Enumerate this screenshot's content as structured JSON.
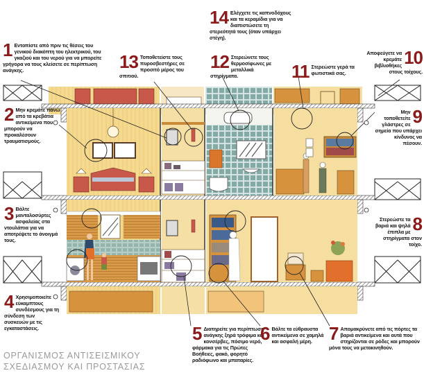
{
  "tips": [
    {
      "n": "1",
      "text": "Εντοπίστε από πριν τις θέσεις του γενικού διακόπτη του ηλεκτρικού, του γκαζιού και του νερού για να μπορείτε γρήγορα να τους κλείσετε σε περίπτωση ανάγκης."
    },
    {
      "n": "2",
      "text": "Μην κρεμάτε πάνω από τα κρεβάτια αντικείμενα που μπορούν να προκαλέσουν τραυματισμούς."
    },
    {
      "n": "3",
      "text": "Βάλτε μανταλοσύρτες ασφαλείας στα ντουλάπια για να αποτρέψετε το άνοιγμά τους."
    },
    {
      "n": "4",
      "text": "Χρησιμοποιείτε εύκαμπτους συνδέσμους για τη σύνδεση των συσκευών με τις εγκαταστάσεις."
    },
    {
      "n": "5",
      "text": "Διατηρείτε για περίπτωση ανάγκης ξηρά τρόφιμα και κονσέρβες, πόσιμο νερό, φάρμακα για τις Πρώτες Βοήθειες, φακό, φορητό ραδιόφωνο και μπαταρίες."
    },
    {
      "n": "6",
      "text": "Βάλτε τα εύθραυστα αντικείμενα σε χαμηλά και ασφαλή μέρη."
    },
    {
      "n": "7",
      "text": "Απομακρύνετε από τις πόρτες τα βαριά αντικείμενα και αυτά που στηρίζονται σε ρόδες και μπορούν μόνα τους να μετακινηθούν."
    },
    {
      "n": "8",
      "text": "Στερεώστε τα βαριά και ψηλά έπιπλα με στηρίγματα στον τοίχο."
    },
    {
      "n": "9",
      "text": "Μην τοποθετείτε γλάστρες σε σημεία που υπάρχει κίνδυνος να πέσουν."
    },
    {
      "n": "10",
      "text": "Αποφεύγετε να κρεμάτε βιβλιοθήκες στους τοίχους."
    },
    {
      "n": "11",
      "text": "Στερεώστε γερά τα φωτιστικά σας."
    },
    {
      "n": "12",
      "text": "Στερεώνετε τους θερμοσίφωνες με μεταλλικά στηρίγματα."
    },
    {
      "n": "13",
      "text": "Τοποθετείστε τους πυροσβεστήρες σε προσιτό μέρος του σπιτιού."
    },
    {
      "n": "14",
      "text": "Ελέγχετε τις καπνοδόχους και τα κεραμίδια για να διαπιστώσετε τη στερεότητά τους (όταν υπάρχει στέγη)."
    }
  ],
  "footer": {
    "line1": "ΟΡΓΑΝΙΣΜΟΣ ΑΝΤΙΣΕΙΣΜΙΚΟΥ",
    "line2": "ΣΧΕΔΙΑΣΜΟΥ ΚΑΙ ΠΡΟΣΤΑΣΙΑΣ"
  },
  "colors": {
    "number": "#8b1a1a",
    "wall": "#f2d38a",
    "tile": "#8fb3b0",
    "furniture_red": "#c8584a",
    "wood": "#c98a3a"
  }
}
